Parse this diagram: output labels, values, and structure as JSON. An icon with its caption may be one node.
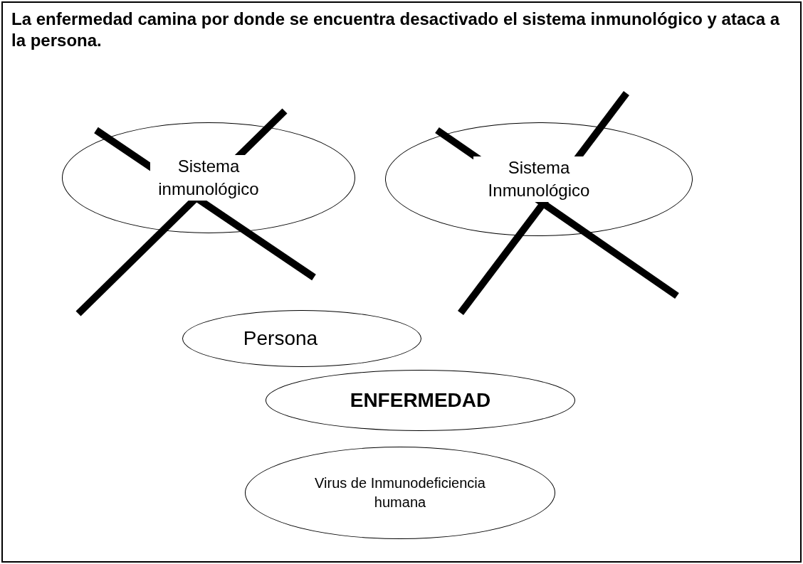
{
  "diagram": {
    "title": "La enfermedad camina por donde se encuentra desactivado el sistema inmunológico y ataca a la persona.",
    "nodes": [
      {
        "text": [
          "Sistema inmunológico"
        ]
      },
      {
        "text": [
          "Sistema Inmunológico"
        ]
      },
      {
        "text": [
          "Persona"
        ]
      },
      {
        "text": [
          "ENFERMEDAD"
        ]
      },
      {
        "text": [
          "Virus de Inmunodeficiencia humana"
        ]
      }
    ]
  }
}
